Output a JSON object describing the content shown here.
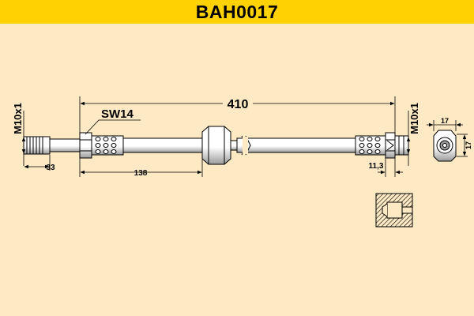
{
  "header": {
    "part_number": "BAH0017"
  },
  "colors": {
    "background": "#fde9c4",
    "title_bar": "#ffd200",
    "line": "#000000",
    "part_fill": "#ffffff",
    "part_shade": "#9a9a9a"
  },
  "dimensions": {
    "overall_length": "410",
    "wrench_size": "SW14",
    "thread_left": "M10x1",
    "thread_right": "M10x1",
    "end_length_left": "33",
    "sleeve_length": "138",
    "end_length_right": "11,3",
    "fitting_width": "17",
    "fitting_height": "17"
  }
}
